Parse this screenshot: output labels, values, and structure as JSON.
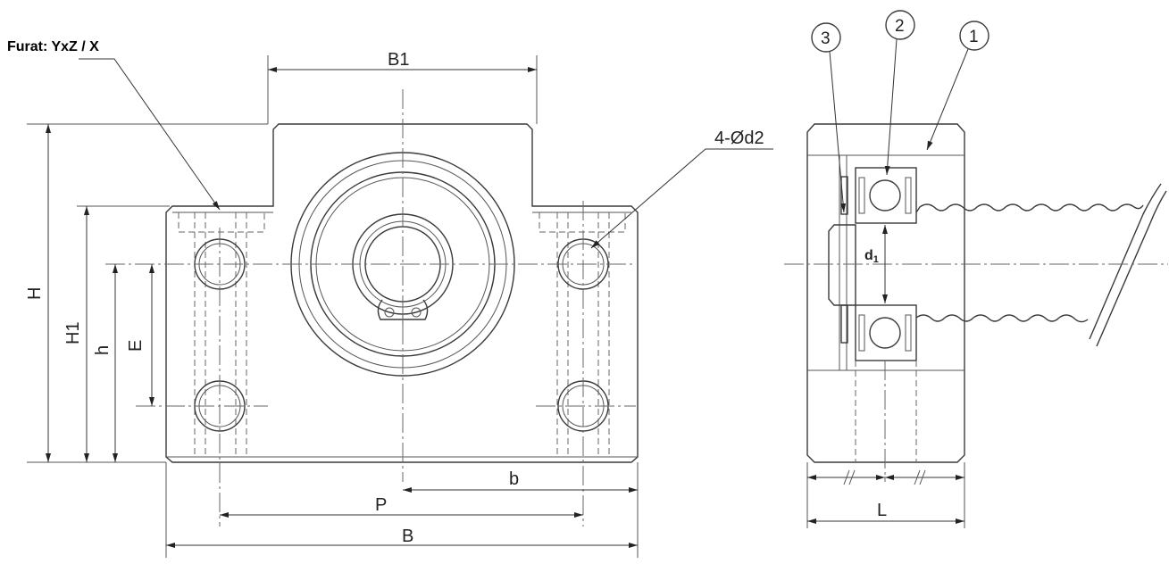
{
  "callout": {
    "hole_spec": "Furat: YxZ / X",
    "mount_holes": "4-Ød2"
  },
  "dimensions": {
    "B1": "B1",
    "H": "H",
    "H1": "H1",
    "h": "h",
    "E": "E",
    "b": "b",
    "P": "P",
    "B": "B",
    "L": "L",
    "d1_main": "d",
    "d1_sub": "1"
  },
  "balloons": {
    "one": "1",
    "two": "2",
    "three": "3"
  }
}
